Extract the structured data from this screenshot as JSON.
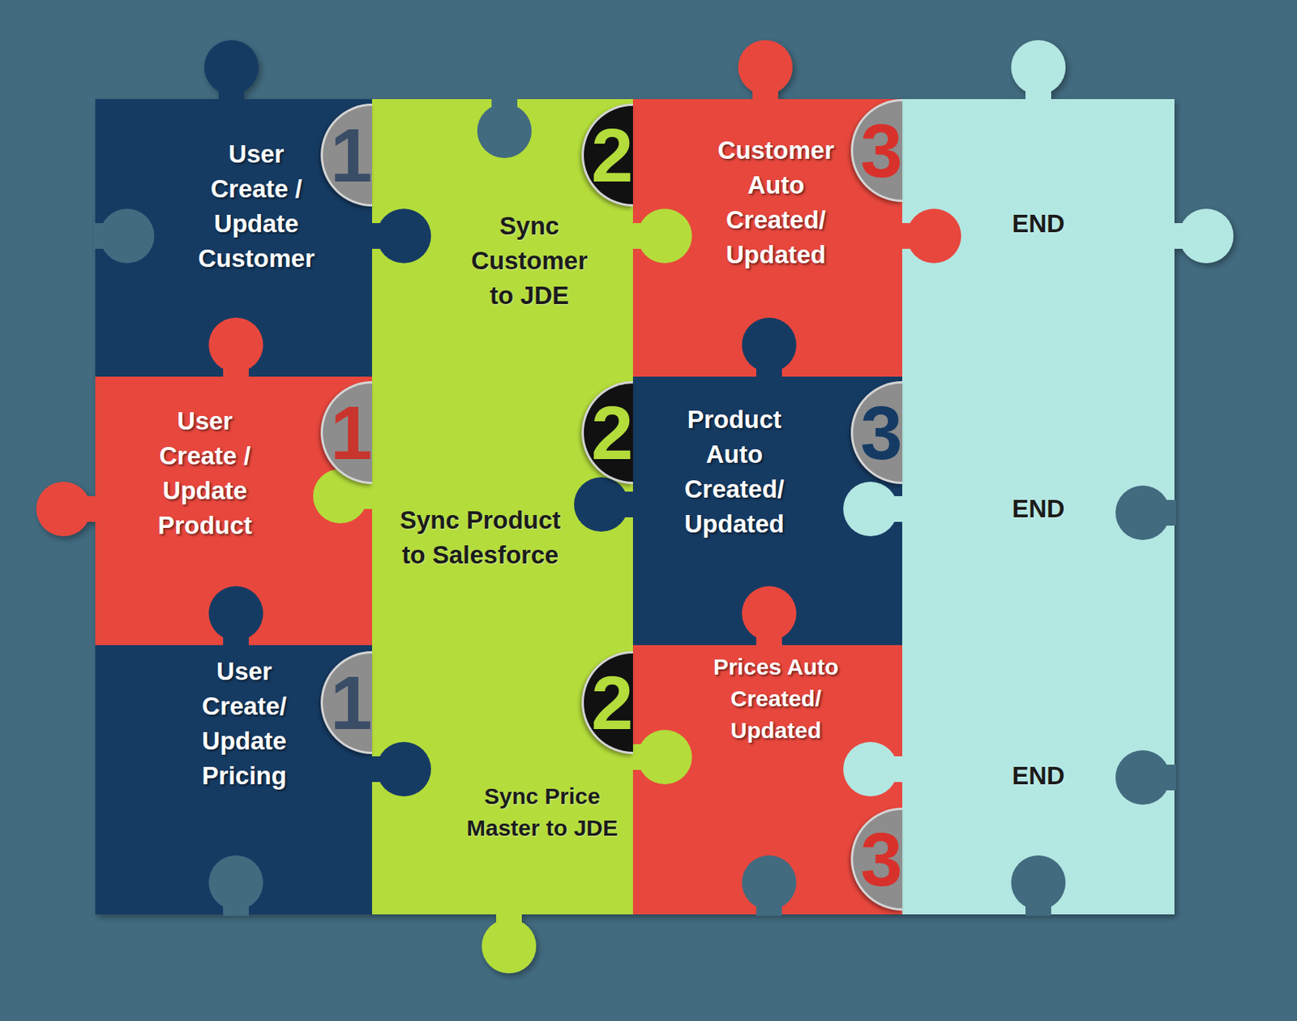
{
  "diagram": {
    "nodes": [
      {
        "text": [
          "User Create / Update Customer",
          "1"
        ]
      },
      {
        "text": [
          "Sync Customer to JDE",
          "2"
        ]
      },
      {
        "text": [
          "Customer Auto Created/ Updated",
          "3"
        ]
      },
      {
        "text": [
          "END"
        ]
      },
      {
        "text": [
          "User Create / Update Product",
          "1"
        ]
      },
      {
        "text": [
          "Sync Product to Salesforce",
          "2"
        ]
      },
      {
        "text": [
          "Product Auto Created/ Updated",
          "3"
        ]
      },
      {
        "text": [
          "END"
        ]
      },
      {
        "text": [
          "User Create/ Update Pricing",
          "1"
        ]
      },
      {
        "text": [
          "Sync Price Master to JDE",
          "2"
        ]
      },
      {
        "text": [
          "Prices Auto Created/ Updated",
          "3"
        ]
      },
      {
        "text": [
          "END"
        ]
      }
    ]
  }
}
